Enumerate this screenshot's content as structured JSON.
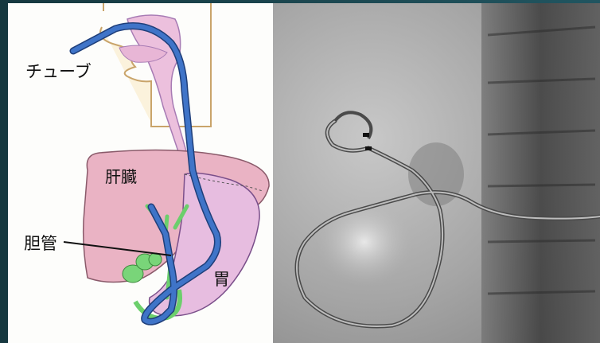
{
  "labels": {
    "tube": "チューブ",
    "liver": "肝臓",
    "bile_duct": "胆管",
    "stomach": "胃"
  },
  "colors": {
    "tube": "#2e5fb0",
    "liver": "#e7b3c4",
    "stomach": "#e4b5d8",
    "gallbladder": "#79d579",
    "background_frame": "#1d4a52"
  }
}
